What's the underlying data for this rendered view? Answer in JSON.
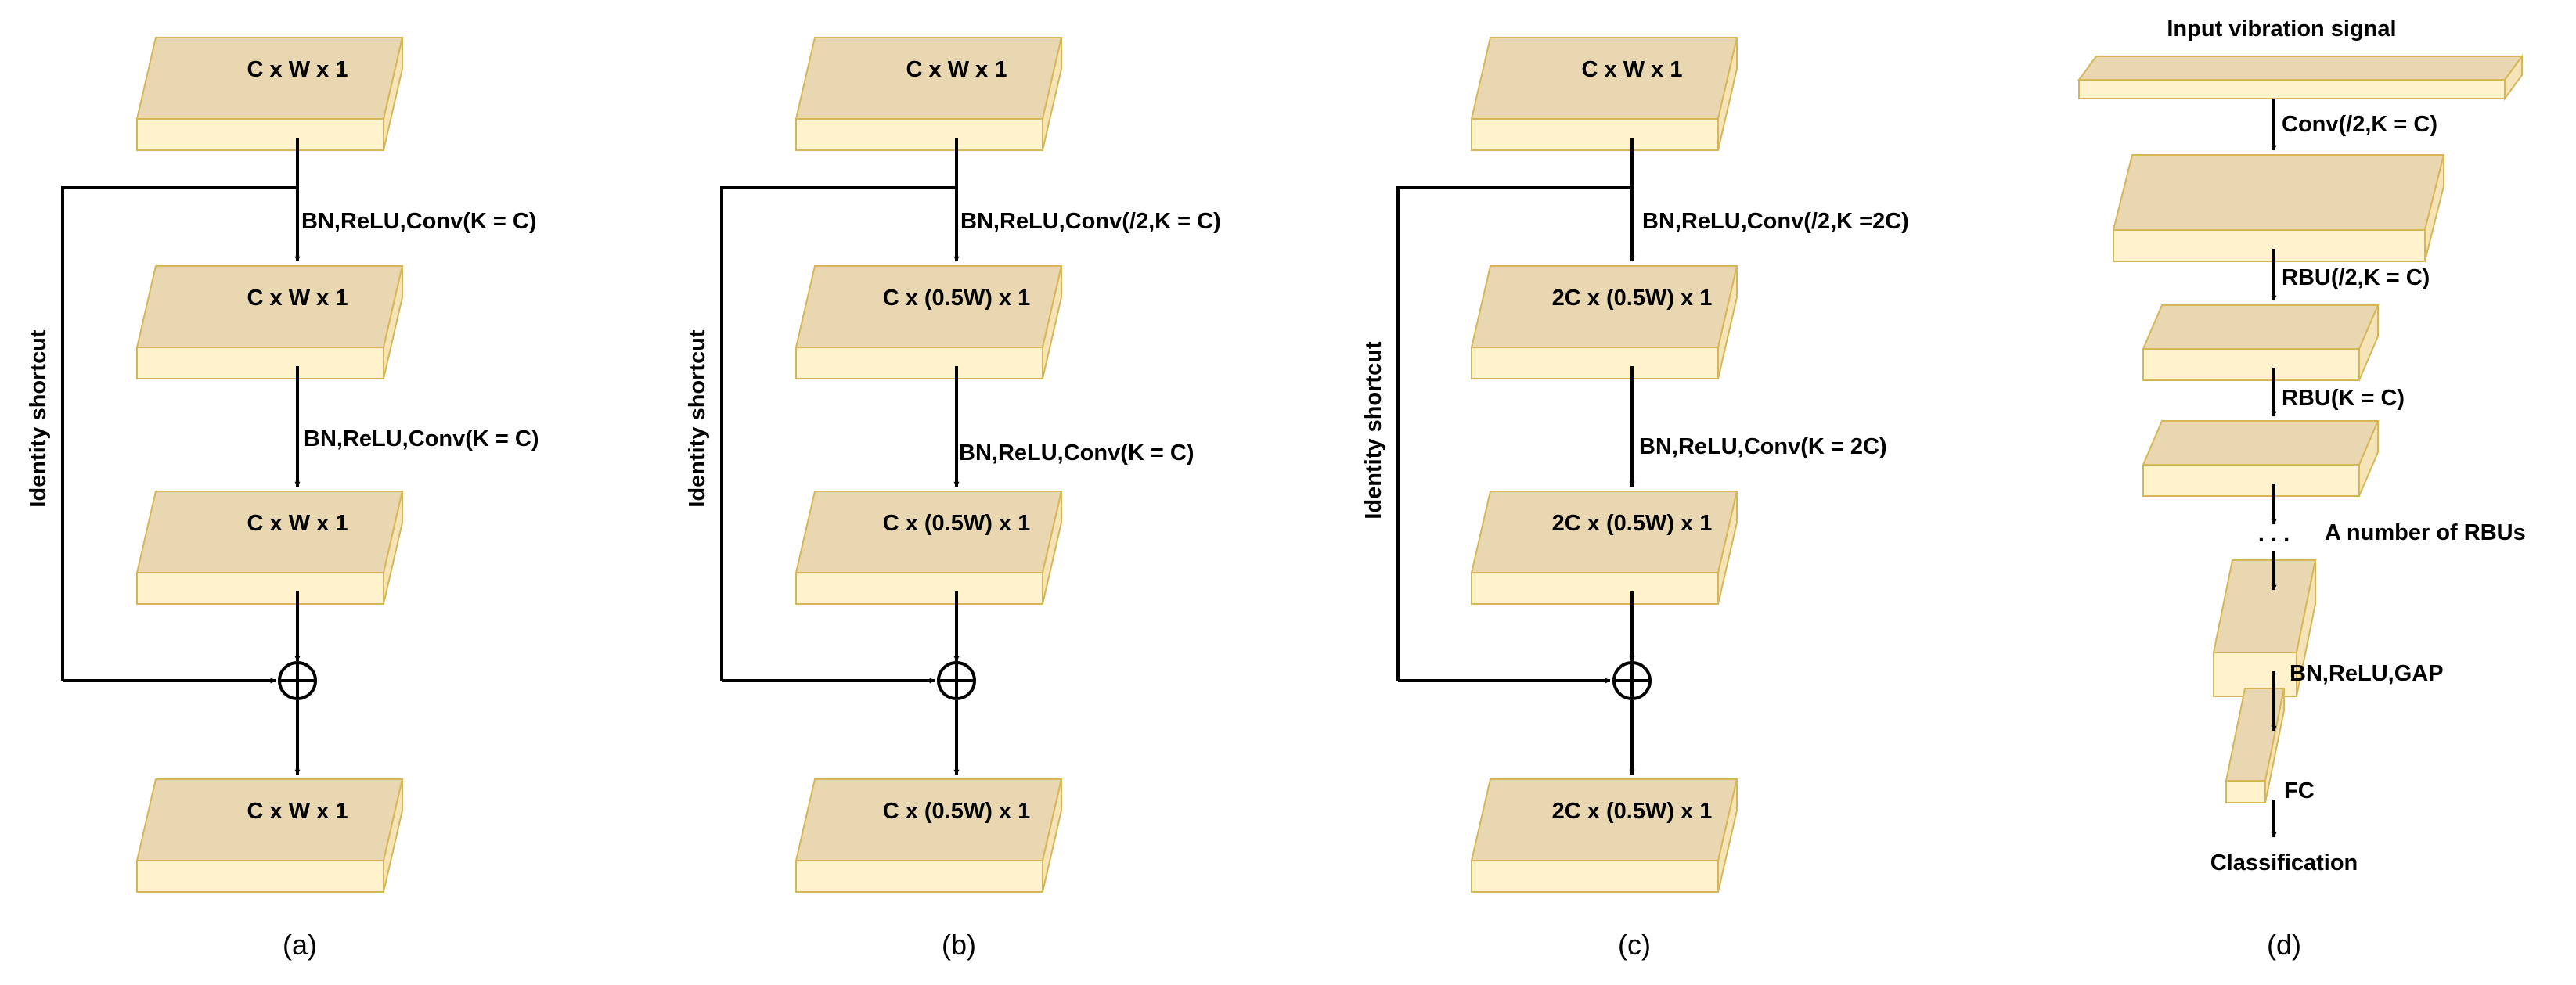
{
  "colors": {
    "box_top": "#E8D7B0",
    "box_front": "#FFF2CC",
    "box_side": "#F5E4B8",
    "box_edge": "#D6B656",
    "line": "#000000"
  },
  "panel_a": {
    "caption": "(a)",
    "shortcut_label": "Identity shortcut",
    "blocks": [
      "C x W x 1",
      "C x W x 1",
      "C x W x 1",
      "C x W x 1"
    ],
    "edge_labels": [
      "BN,ReLU,Conv(K = C)",
      "BN,ReLU,Conv(K = C)"
    ]
  },
  "panel_b": {
    "caption": "(b)",
    "shortcut_label": "Identity shortcut",
    "blocks": [
      "C x W x 1",
      "C x (0.5W) x 1",
      "C x (0.5W) x 1",
      "C x (0.5W) x 1"
    ],
    "edge_labels": [
      "BN,ReLU,Conv(/2,K = C)",
      "BN,ReLU,Conv(K = C)"
    ]
  },
  "panel_c": {
    "caption": "(c)",
    "shortcut_label": "Identity shortcut",
    "blocks": [
      "C x W x 1",
      "2C x (0.5W) x 1",
      "2C x (0.5W) x 1",
      "2C x (0.5W) x 1"
    ],
    "edge_labels": [
      "BN,ReLU,Conv(/2,K =2C)",
      "BN,ReLU,Conv(K = 2C)"
    ]
  },
  "panel_d": {
    "caption": "(d)",
    "input_label": "Input vibration signal",
    "output_label": "Classification",
    "edge_labels": [
      "Conv(/2,K = C)",
      "RBU(/2,K = C)",
      "RBU(K = C)",
      "BN,ReLU,GAP",
      "FC"
    ],
    "ellipsis": ". . .",
    "ellipsis_label": "A number of RBUs"
  }
}
